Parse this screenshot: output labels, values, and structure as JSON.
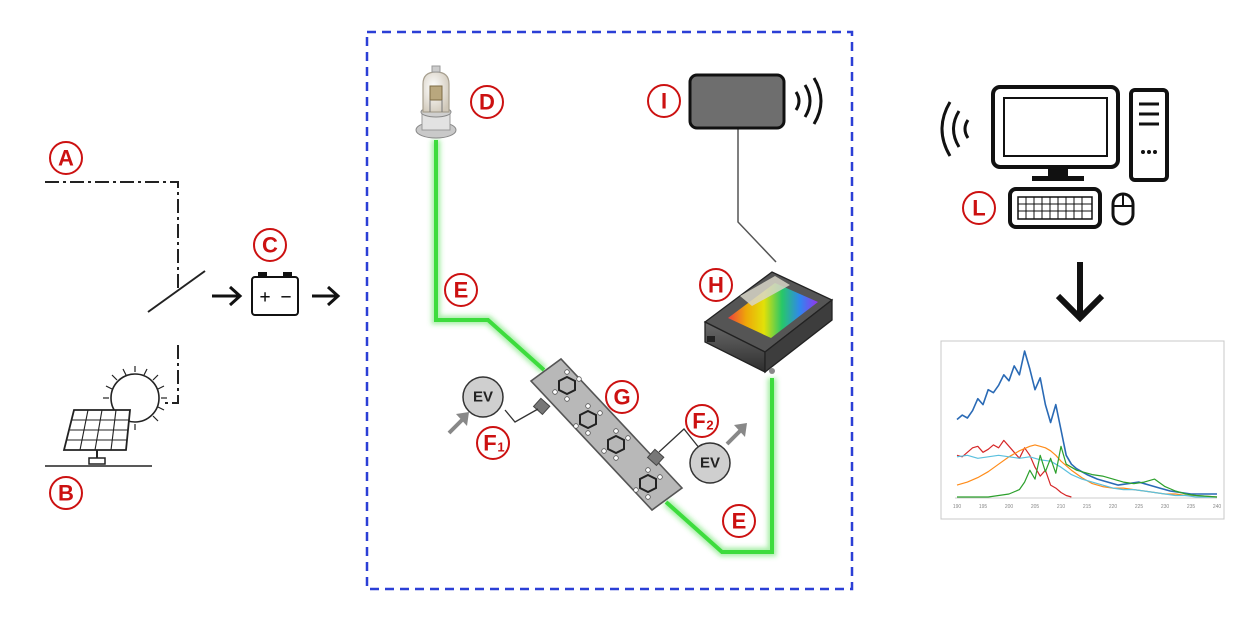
{
  "labels": {
    "A": "A",
    "B": "B",
    "C": "C",
    "D": "D",
    "E1": "E",
    "E2": "E",
    "F1": "F",
    "F1_sub": "1",
    "F2": "F",
    "F2_sub": "2",
    "G": "G",
    "H": "H",
    "I": "I",
    "L": "L"
  },
  "valves": {
    "ev1": "EV",
    "ev2": "EV"
  },
  "battery": {
    "plus": "+",
    "minus": "−"
  },
  "colors": {
    "label_red": "#cc1111",
    "fiber_green": "#3ddc3d",
    "dashed_box": "#2b3fd6",
    "series_blue": "#2a6ab5",
    "series_red": "#d62728",
    "series_orange": "#ff8c1a",
    "series_green": "#2ca02c",
    "series_cyan": "#5bc0de"
  },
  "icons": {
    "power_line": "dash-dot-line",
    "solar": "solar-panel-sun-icon",
    "battery": "battery-icon",
    "lamp": "deuterium-lamp-icon",
    "fiber": "optical-fiber",
    "valve": "electrovalve",
    "cell": "flow-cell-benzene",
    "spectrometer": "spectrometer-icon",
    "transmitter": "wireless-module-icon",
    "computer": "desktop-computer-icon"
  },
  "chart_data": {
    "type": "line",
    "title": "",
    "xlabel": "",
    "ylabel": "",
    "x_ticks": [
      "190",
      "195",
      "200",
      "205",
      "210",
      "215",
      "220",
      "225",
      "230",
      "235",
      "240"
    ],
    "xlim": [
      190,
      240
    ],
    "ylim": [
      0,
      1
    ],
    "grid": false,
    "series": [
      {
        "color": "#2a6ab5",
        "x": [
          190,
          191,
          192,
          193,
          194,
          195,
          196,
          197,
          198,
          199,
          200,
          201,
          202,
          203,
          204,
          205,
          206,
          207,
          208,
          209,
          210,
          211,
          212,
          213,
          214,
          215,
          217,
          219,
          221,
          223,
          225,
          227,
          229,
          231,
          233,
          235,
          237,
          240
        ],
        "y": [
          0.52,
          0.55,
          0.53,
          0.58,
          0.66,
          0.62,
          0.72,
          0.7,
          0.75,
          0.82,
          0.78,
          0.88,
          0.82,
          0.98,
          0.86,
          0.72,
          0.8,
          0.62,
          0.5,
          0.62,
          0.45,
          0.28,
          0.22,
          0.19,
          0.17,
          0.15,
          0.12,
          0.1,
          0.08,
          0.09,
          0.1,
          0.08,
          0.06,
          0.04,
          0.03,
          0.02,
          0.02,
          0.02
        ]
      },
      {
        "color": "#d62728",
        "x": [
          190,
          191,
          192,
          193,
          194,
          195,
          196,
          197,
          198,
          199,
          200,
          201,
          202,
          203,
          204,
          205,
          206,
          207,
          208,
          209,
          210,
          211,
          212
        ],
        "y": [
          0.28,
          0.27,
          0.3,
          0.33,
          0.34,
          0.3,
          0.32,
          0.35,
          0.33,
          0.38,
          0.34,
          0.3,
          0.26,
          0.33,
          0.28,
          0.2,
          0.14,
          0.18,
          0.08,
          0.06,
          0.03,
          0.01,
          0.0
        ]
      },
      {
        "color": "#ff8c1a",
        "x": [
          190,
          192,
          194,
          196,
          198,
          200,
          202,
          204,
          205,
          206,
          207,
          208,
          209,
          210,
          212,
          214,
          216,
          218,
          220,
          222,
          224,
          226,
          228,
          230,
          232,
          234,
          236,
          240
        ],
        "y": [
          0.08,
          0.1,
          0.13,
          0.17,
          0.22,
          0.27,
          0.31,
          0.34,
          0.35,
          0.34,
          0.33,
          0.31,
          0.28,
          0.24,
          0.18,
          0.13,
          0.09,
          0.07,
          0.06,
          0.06,
          0.05,
          0.04,
          0.03,
          0.02,
          0.02,
          0.01,
          0.01,
          0.0
        ]
      },
      {
        "color": "#5bc0de",
        "x": [
          190,
          192,
          194,
          196,
          198,
          200,
          202,
          204,
          206,
          208,
          210,
          212,
          214,
          216,
          218,
          220,
          222,
          224,
          226,
          228,
          230,
          232,
          234,
          236,
          240
        ],
        "y": [
          0.27,
          0.28,
          0.26,
          0.27,
          0.28,
          0.27,
          0.26,
          0.27,
          0.25,
          0.24,
          0.2,
          0.15,
          0.12,
          0.1,
          0.08,
          0.06,
          0.05,
          0.05,
          0.04,
          0.03,
          0.02,
          0.01,
          0.01,
          0.0,
          0.0
        ]
      },
      {
        "color": "#2ca02c",
        "x": [
          190,
          196,
          200,
          202,
          203,
          204,
          205,
          206,
          207,
          208,
          209,
          210,
          211,
          212,
          213,
          214,
          216,
          218,
          220,
          222,
          224,
          226,
          228,
          230,
          232,
          234,
          236,
          240
        ],
        "y": [
          0.0,
          0.0,
          0.02,
          0.05,
          0.1,
          0.18,
          0.12,
          0.28,
          0.17,
          0.26,
          0.16,
          0.34,
          0.22,
          0.2,
          0.18,
          0.17,
          0.15,
          0.14,
          0.12,
          0.1,
          0.09,
          0.1,
          0.12,
          0.07,
          0.04,
          0.02,
          0.01,
          0.0
        ]
      }
    ]
  }
}
